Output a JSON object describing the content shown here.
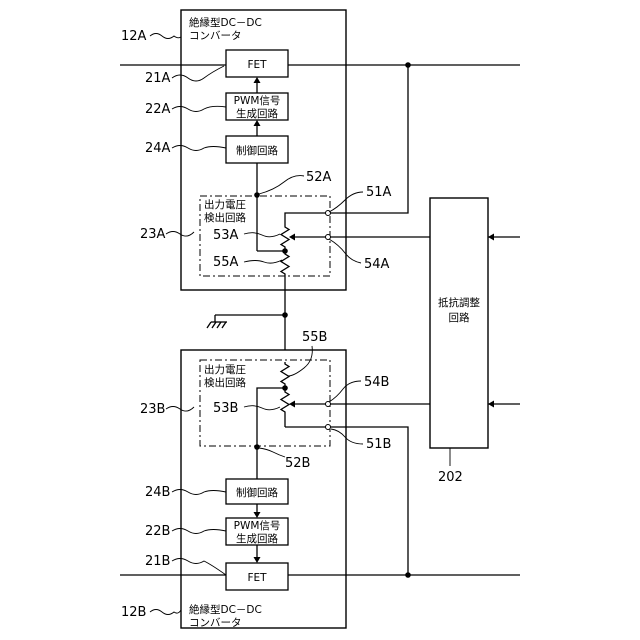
{
  "converter_a": {
    "ref": "12A",
    "title_line1": "絶縁型DC－DC",
    "title_line2": "コンバータ",
    "fet": {
      "ref": "21A",
      "label": "FET"
    },
    "pwm": {
      "ref": "22A",
      "line1": "PWM信号",
      "line2": "生成回路"
    },
    "control": {
      "ref": "24A",
      "label": "制御回路"
    },
    "detector": {
      "ref": "23A",
      "line1": "出力電圧",
      "line2": "検出回路"
    },
    "refs": {
      "n52": "52A",
      "n51": "51A",
      "n53": "53A",
      "n54": "54A",
      "n55": "55A"
    }
  },
  "converter_b": {
    "ref": "12B",
    "title_line1": "絶縁型DC－DC",
    "title_line2": "コンバータ",
    "fet": {
      "ref": "21B",
      "label": "FET"
    },
    "pwm": {
      "ref": "22B",
      "line1": "PWM信号",
      "line2": "生成回路"
    },
    "control": {
      "ref": "24B",
      "label": "制御回路"
    },
    "detector": {
      "ref": "23B",
      "line1": "出力電圧",
      "line2": "検出回路"
    },
    "refs": {
      "n52": "52B",
      "n51": "51B",
      "n53": "53B",
      "n54": "54B",
      "n55": "55B"
    }
  },
  "adjuster": {
    "ref": "202",
    "line1": "抵抗調整",
    "line2": "回路"
  }
}
